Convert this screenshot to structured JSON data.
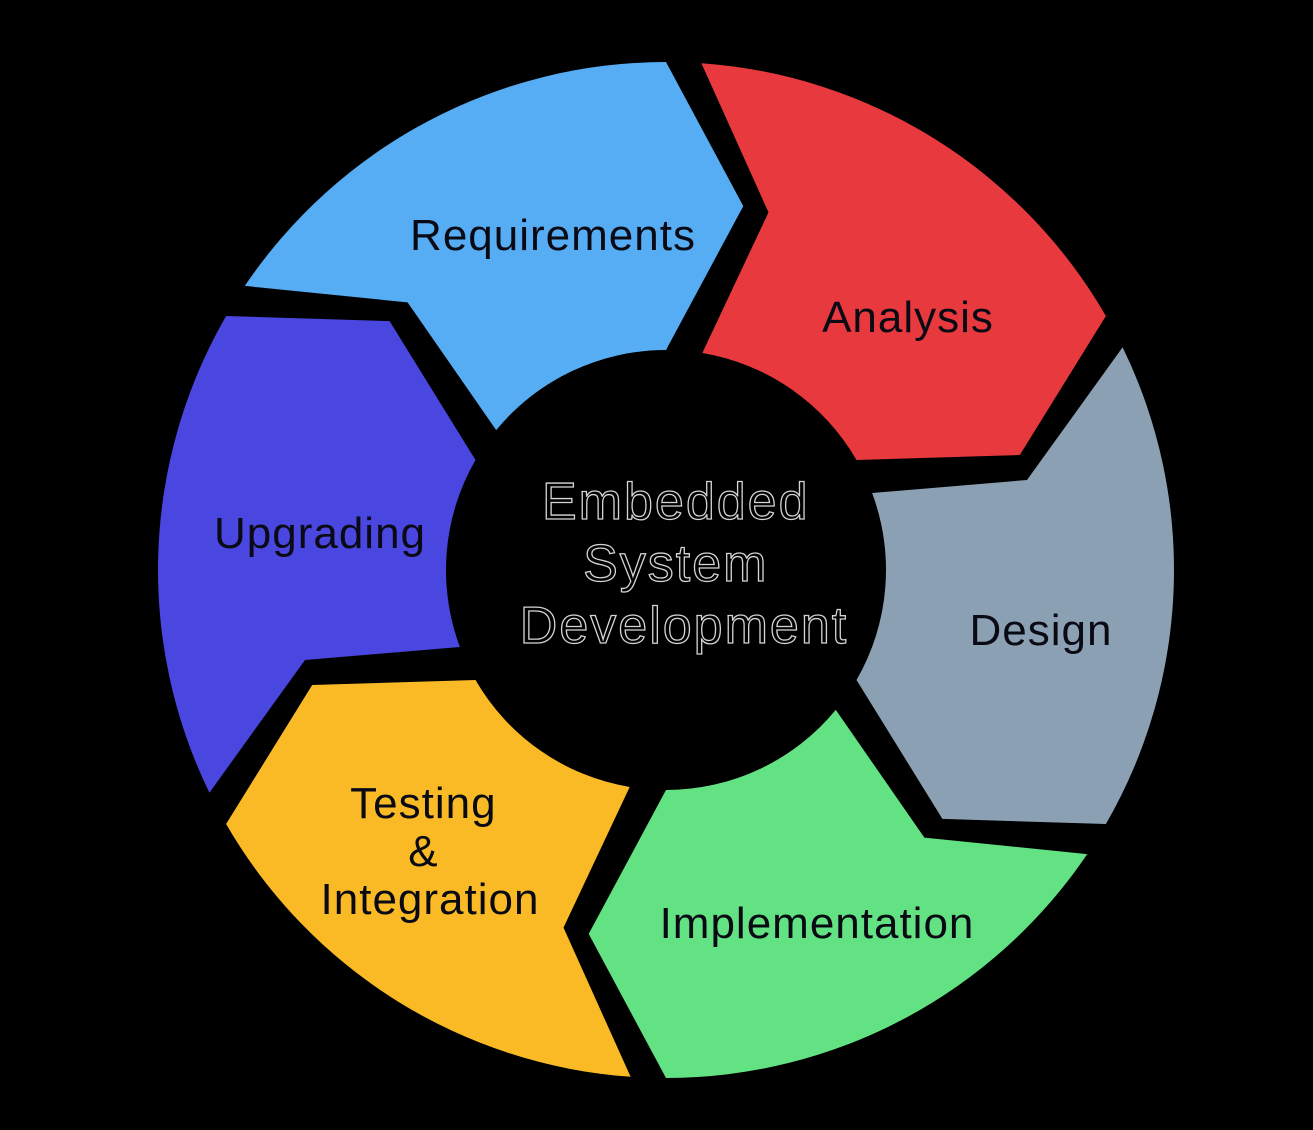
{
  "diagram": {
    "title": "Embedded System Development cycle",
    "type": "cycle-arrow-ring",
    "flow_direction": "clockwise",
    "background_color": "#000000",
    "label_color": "#0a0a14",
    "center_label": {
      "lines": [
        "Embedded",
        "System",
        "Development"
      ],
      "fill_color": "#000000",
      "outline_color": "#d4d4d4"
    },
    "segments": [
      {
        "label": "Requirements",
        "color": "#57adf3"
      },
      {
        "label": "Analysis",
        "color": "#e7393e"
      },
      {
        "label": "Design",
        "color": "#8ba1b3"
      },
      {
        "label": "Implementation",
        "color": "#62e282"
      },
      {
        "label": "Testing & Integration",
        "color": "#faba26",
        "lines": [
          "Testing",
          "&",
          "Integration"
        ]
      },
      {
        "label": "Upgrading",
        "color": "#4a46e0"
      }
    ]
  }
}
